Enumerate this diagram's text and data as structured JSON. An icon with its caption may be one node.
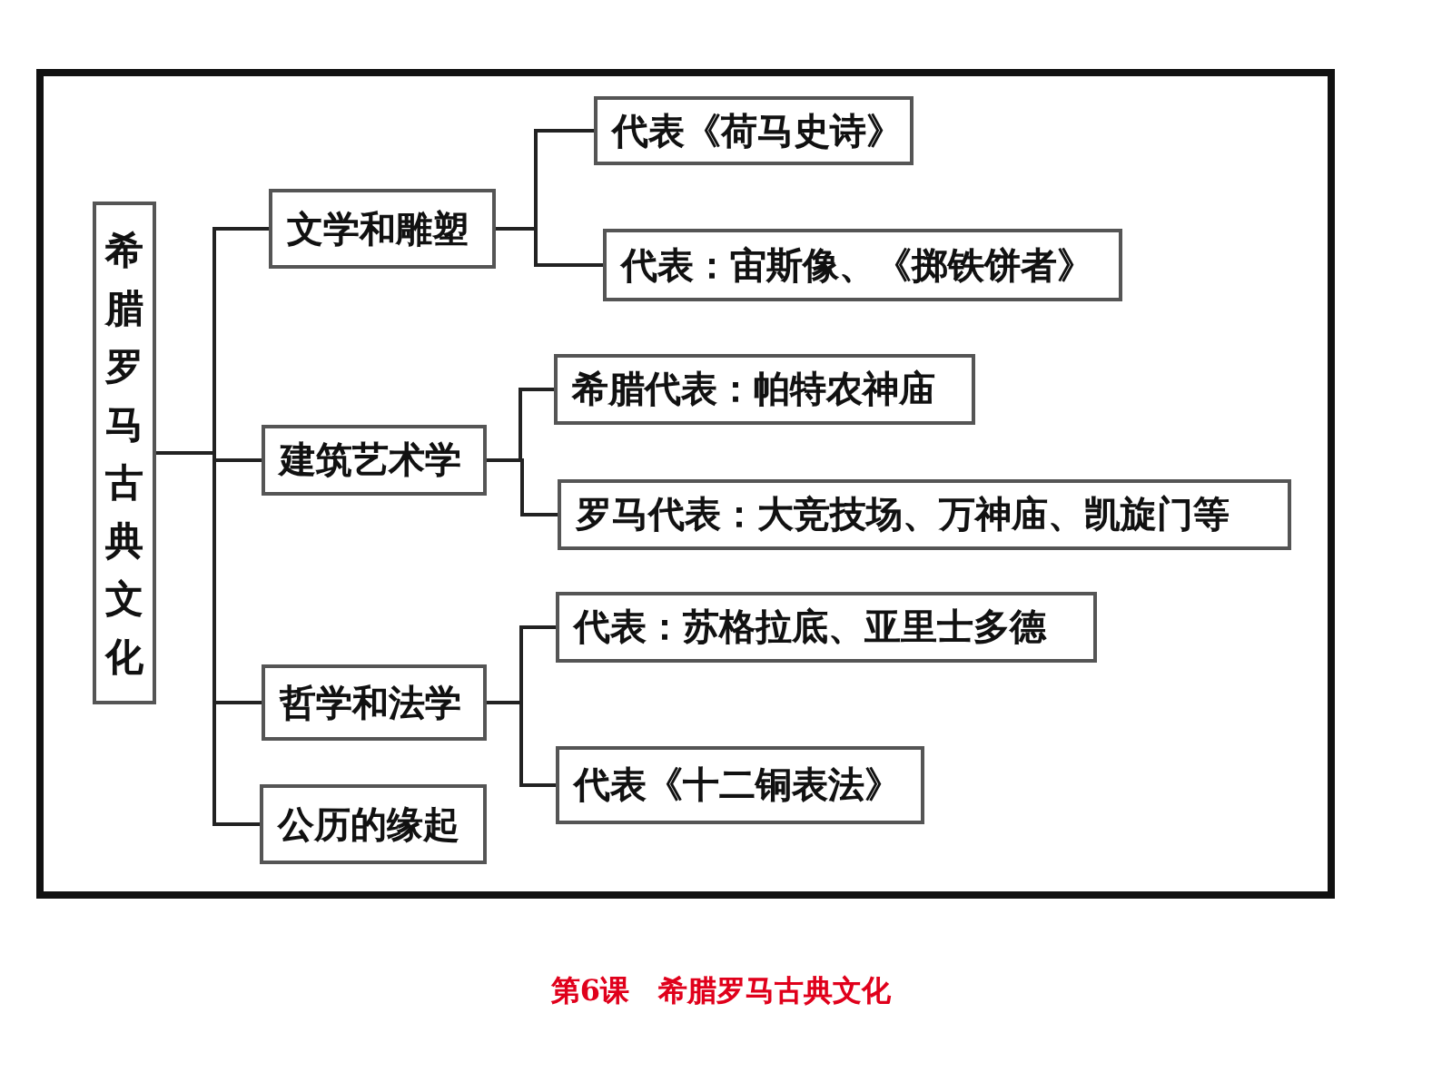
{
  "diagram": {
    "caption": "第6课　希腊罗马古典文化",
    "nodes": [
      {
        "text": [
          "希腊罗马古典文化"
        ]
      },
      {
        "text": [
          "文学和雕塑"
        ]
      },
      {
        "text": [
          "代表《荷马史诗》"
        ]
      },
      {
        "text": [
          "代表：宙斯像、《掷铁饼者》"
        ]
      },
      {
        "text": [
          "建筑艺术学"
        ]
      },
      {
        "text": [
          "希腊代表：帕特农神庙"
        ]
      },
      {
        "text": [
          "罗马代表：大竞技场、万神庙、凯旋门等"
        ]
      },
      {
        "text": [
          "哲学和法学"
        ]
      },
      {
        "text": [
          "代表：苏格拉底、亚里士多德"
        ]
      },
      {
        "text": [
          "代表《十二铜表法》"
        ]
      },
      {
        "text": [
          "公历的缘起"
        ]
      }
    ],
    "edges": [
      {
        "from": 0,
        "to": 1,
        "arrow": "none"
      },
      {
        "from": 0,
        "to": 4,
        "arrow": "none"
      },
      {
        "from": 0,
        "to": 7,
        "arrow": "none"
      },
      {
        "from": 0,
        "to": 10,
        "arrow": "none"
      },
      {
        "from": 1,
        "to": 2,
        "arrow": "none"
      },
      {
        "from": 1,
        "to": 3,
        "arrow": "none"
      },
      {
        "from": 4,
        "to": 5,
        "arrow": "none"
      },
      {
        "from": 4,
        "to": 6,
        "arrow": "none"
      },
      {
        "from": 7,
        "to": 8,
        "arrow": "none"
      },
      {
        "from": 7,
        "to": 9,
        "arrow": "none"
      }
    ]
  }
}
